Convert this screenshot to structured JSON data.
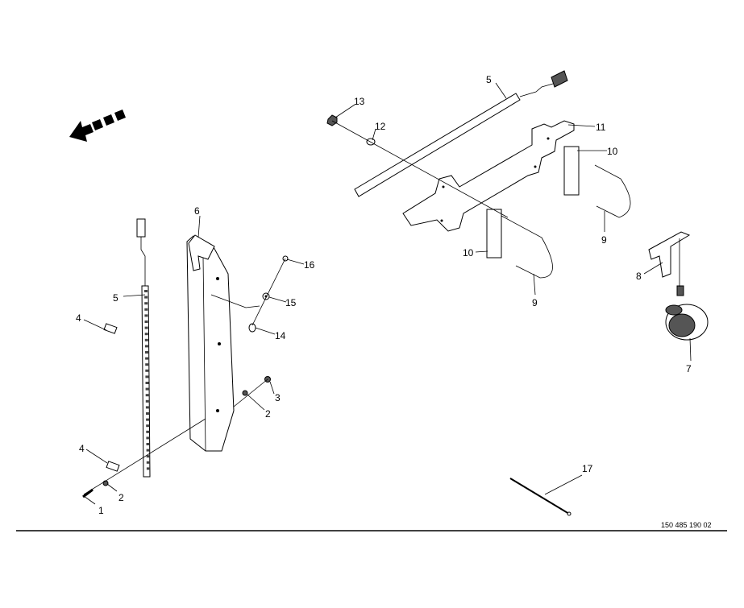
{
  "diagram": {
    "document_number": "150 485 190 02",
    "callouts": [
      "1",
      "2",
      "2",
      "3",
      "4",
      "4",
      "5",
      "5",
      "6",
      "7",
      "8",
      "9",
      "9",
      "10",
      "10",
      "11",
      "12",
      "13",
      "14",
      "15",
      "16",
      "17"
    ],
    "direction_icon": "travel-direction-arrow-icon"
  }
}
